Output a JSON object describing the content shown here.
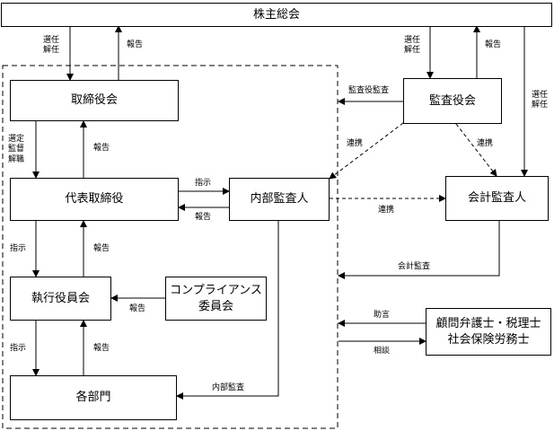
{
  "nodes": {
    "shareholders": "株主総会",
    "board": "取締役会",
    "auditors_board": "監査役会",
    "ceo": "代表取締役",
    "internal_auditor": "内部監査人",
    "accounting_auditor": "会計監査人",
    "executive_committee": "執行役員会",
    "compliance_committee_line1": "コンプライアンス",
    "compliance_committee_line2": "委員会",
    "departments": "各部門",
    "advisors_line1": "顧問弁護士・税理士",
    "advisors_line2": "社会保険労務士"
  },
  "edge_labels": {
    "elect_dismiss_line1": "選任",
    "elect_dismiss_line2": "解任",
    "report": "報告",
    "auditor_audit": "監査役監査",
    "select_line1": "選定",
    "select_line2": "監督",
    "select_line3": "解職",
    "instruct": "指示",
    "cooperate": "連携",
    "accounting_audit": "会計監査",
    "advice": "助言",
    "consult": "相談",
    "internal_audit": "内部監査"
  }
}
